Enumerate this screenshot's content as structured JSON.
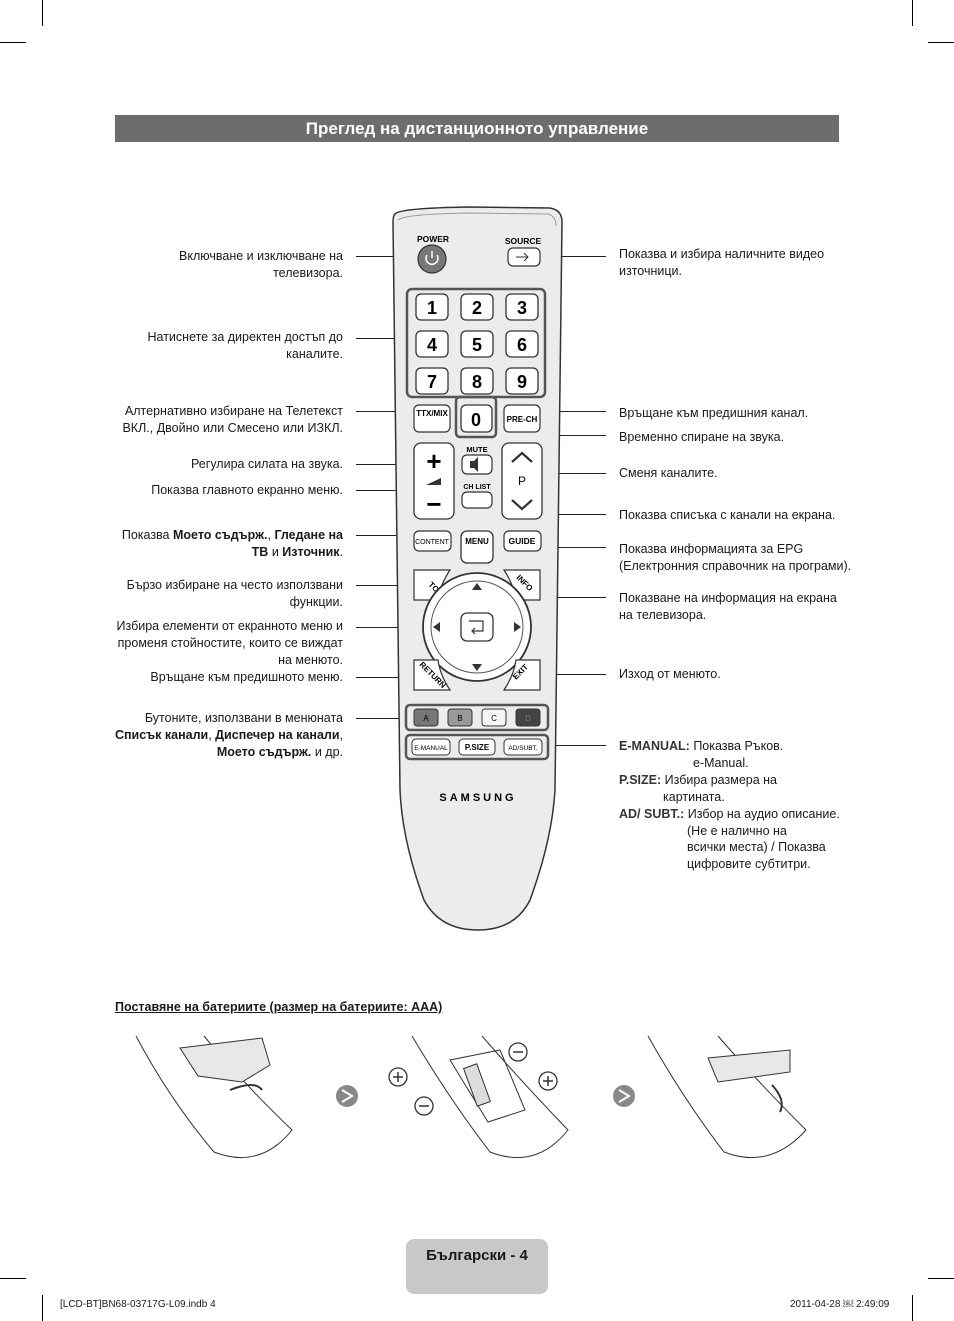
{
  "title": "Преглед на дистанционното управление",
  "left_labels": [
    {
      "text": "Включване и изключване на телевизора."
    },
    {
      "text": "Натиснете за директен достъп до каналите."
    },
    {
      "text": "Алтернативно избиране на Телетекст ВКЛ., Двойно или Смесено или ИЗКЛ."
    },
    {
      "text": "Регулира силата на звука."
    },
    {
      "text": "Показва главното екранно меню."
    },
    {
      "text_parts": [
        "Показва ",
        "Моето съдърж.",
        ", ",
        "Гледане на ТВ",
        " и ",
        "Източник",
        "."
      ]
    },
    {
      "text": "Бързо избиране на често използвани функции."
    },
    {
      "text": "Избира елементи от екранното меню и променя стойностите, които се виждат на менюто."
    },
    {
      "text": "Връщане към предишното меню."
    },
    {
      "text_parts": [
        "Бутоните, използвани в менюната ",
        "Списък канали",
        ", ",
        "Диспечер на канали",
        ", ",
        "Моето съдърж.",
        " и др."
      ]
    }
  ],
  "right_labels": [
    {
      "text": "Показва и избира наличните видео източници."
    },
    {
      "text": "Връщане към предишния канал."
    },
    {
      "text": "Временно спиране на звука."
    },
    {
      "text": "Сменя каналите."
    },
    {
      "text": "Показва списъка с канали на екрана."
    },
    {
      "text": "Показва информацията за EPG (Електронния справочник на програми)."
    },
    {
      "text": "Показване на информация на екрана на телевизора."
    },
    {
      "text": "Изход от менюто."
    }
  ],
  "legend": {
    "emanual_key": "E-MANUAL:",
    "emanual_text1": "Показва Ръков.",
    "emanual_text2": "e-Manual.",
    "psize_key": "P.SIZE:",
    "psize_text1": "Избира размера на",
    "psize_text2": "картината.",
    "adsubt_key": "AD/ SUBT.:",
    "adsubt_text1": "Избор на аудио описание.",
    "adsubt_text2": "(Не е налично на",
    "adsubt_text3": "всички места) / Показва",
    "adsubt_text4": "цифровите субтитри."
  },
  "remote": {
    "power": "POWER",
    "source": "SOURCE",
    "digits": [
      "1",
      "2",
      "3",
      "4",
      "5",
      "6",
      "7",
      "8",
      "9"
    ],
    "zero": "0",
    "ttx": "TTX/MIX",
    "prech": "PRE-CH",
    "mute": "MUTE",
    "chlist": "CH LIST",
    "p": "P",
    "content": "CONTENT",
    "menu": "MENU",
    "guide": "GUIDE",
    "tools": "TOOLS",
    "info": "INFO",
    "return": "RETURN",
    "exit": "EXIT",
    "color_a": "A",
    "color_b": "B",
    "color_c": "C",
    "color_d": "D",
    "emanual": "E-MANUAL",
    "psize": "P.SIZE",
    "adsubt": "AD/SUBT.",
    "brand": "SAMSUNG"
  },
  "battery_title": "Поставяне на батериите (размер на батериите: AAA)",
  "footer": "Български - 4",
  "imprint_left": "[LCD-BT]BN68-03717G-L09.indb   4",
  "imprint_right": "2011-04-28   ￼ 2:49:09"
}
